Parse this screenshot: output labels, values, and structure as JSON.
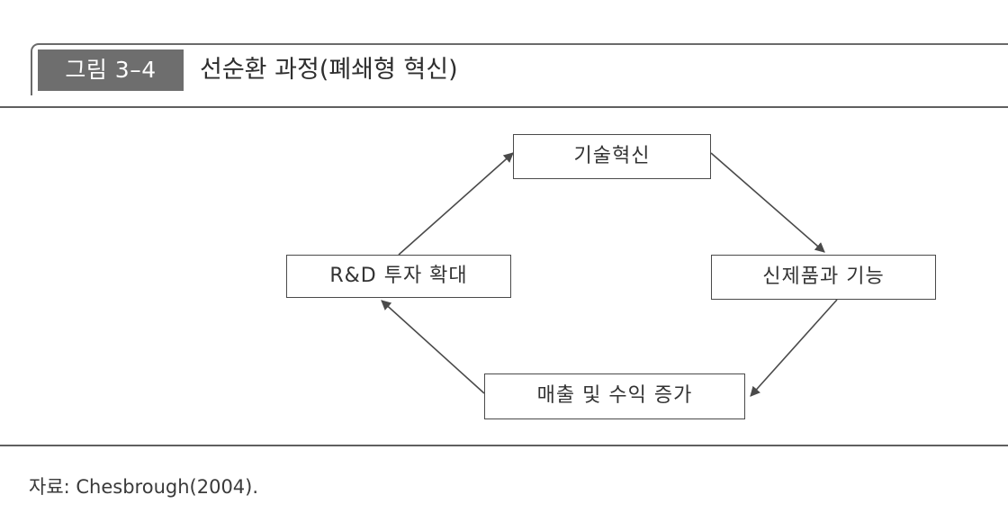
{
  "figure": {
    "label": "그림 3–4",
    "title": "선순환 과정(폐쇄형 혁신)"
  },
  "diagram": {
    "nodes": {
      "top": "기술혁신",
      "right": "신제품과 기능",
      "bottom": "매출 및 수익 증가",
      "left": "R&D 투자 확대"
    },
    "flow": [
      "기술혁신",
      "신제품과 기능",
      "매출 및 수익 증가",
      "R&D 투자 확대"
    ],
    "cycle": true
  },
  "source": {
    "text": "자료: Chesbrough(2004)."
  }
}
